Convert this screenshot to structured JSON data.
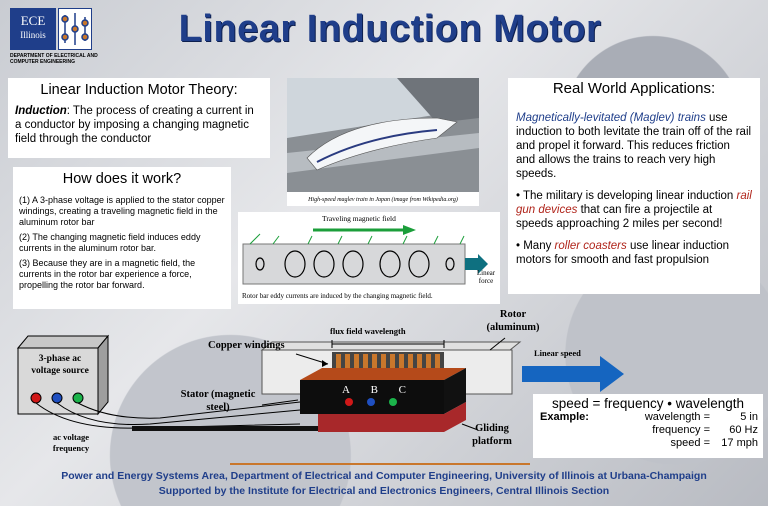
{
  "logo": {
    "line1": "ECE",
    "line2": "Illinois",
    "dept": "DEPARTMENT OF ELECTRICAL AND COMPUTER ENGINEERING"
  },
  "title": "Linear Induction Motor",
  "theory": {
    "heading": "Linear Induction Motor Theory:",
    "term": "Induction",
    "definition": ": The process of creating a current in a conductor by imposing a changing magnetic field through the conductor"
  },
  "how": {
    "heading": "How does it work?",
    "steps": [
      "(1) A 3-phase voltage is applied to the stator copper windings, creating a traveling magnetic field in the aluminum rotor bar",
      "(2) The changing magnetic field induces eddy currents in the aluminum rotor bar.",
      "(3) Because they are in a magnetic field, the currents in the rotor bar experience a force, propelling the rotor bar forward."
    ]
  },
  "photo_caption": "High-speed maglev train in Japan (image from Wikipedia.org)",
  "field_diagram": {
    "top_label": "Traveling magnetic field",
    "bottom_label": "Rotor bar eddy currents are induced by the changing magnetic field.",
    "force_label": "Linear force"
  },
  "applications": {
    "heading": "Real World Applications:",
    "p1_term": "Magnetically-levitated (Maglev) trains",
    "p1_rest": " use induction to both levitate the train off of the rail and propel it forward.  This reduces friction and allows the trains to reach very high speeds.",
    "p2_pre": "• The military is developing linear induction ",
    "p2_term": "rail gun devices",
    "p2_rest": " that can fire a projectile at speeds approaching 2 miles per second!",
    "p3_pre": "• Many ",
    "p3_term": "roller coasters",
    "p3_rest": " use linear induction motors for smooth and fast propulsion"
  },
  "motor_diagram": {
    "source_label": "3-phase ac voltage source",
    "copper": "Copper windings",
    "flux": "flux field wavelength",
    "rotor": "Rotor (aluminum)",
    "stator": "Stator (magnetic steel)",
    "ac_freq": "ac voltage frequency",
    "phases": [
      "A",
      "B",
      "C"
    ],
    "gliding": "Gliding platform",
    "linear_speed": "Linear speed"
  },
  "equation": {
    "formula_a": "speed = frequency • ",
    "formula_b": "wavelength",
    "example_label": "Example:",
    "rows": [
      {
        "name": "wavelength =",
        "value": "5 in"
      },
      {
        "name": "frequency =",
        "value": "60 Hz"
      },
      {
        "name": "speed =",
        "value": "17 mph"
      }
    ]
  },
  "footer": {
    "line1": "Power and Energy Systems Area, Department of Electrical and Computer Engineering, University of Illinois at Urbana-Champaign",
    "line2": "Supported by the Institute for Electrical and Electronics Engineers, Central Illinois Section"
  },
  "colors": {
    "title": "#1f3e8a",
    "accent_red": "#b0241a",
    "arrow_blue": "#1565c0",
    "copper": "#c9772c"
  }
}
